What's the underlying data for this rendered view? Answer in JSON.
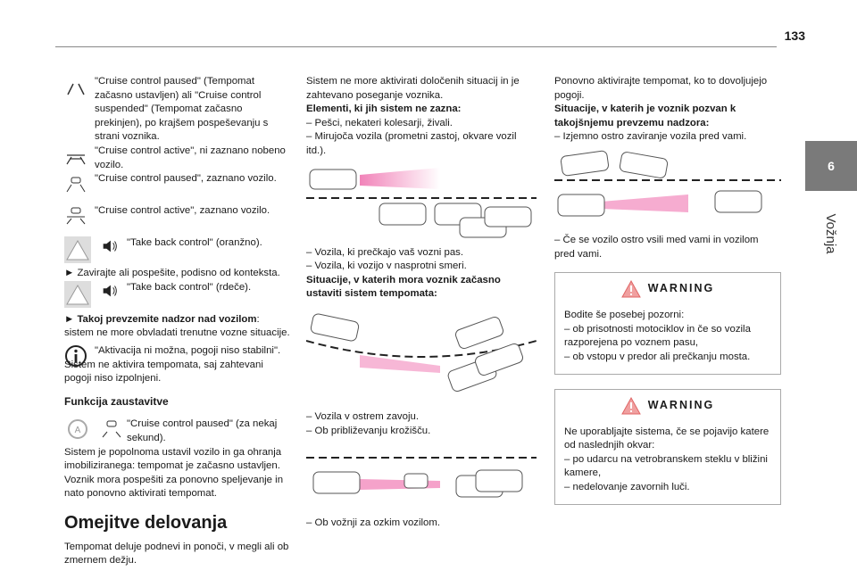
{
  "page_number": "133",
  "side_tab": {
    "number": "6",
    "title": "Vožnja"
  },
  "col1": {
    "p1": "\"Cruise control paused\" (Tempomat začasno ustavljen) ali \"Cruise control suspended\" (Tempomat začasno prekinjen), po krajšem pospeševanju s strani voznika.",
    "p2": "\"Cruise control active\", ni zaznano nobeno vozilo.",
    "p3": "\"Cruise control paused\", zaznano vozilo.",
    "p4": "\"Cruise control active\", zaznano vozilo.",
    "p5": "\"Take back control\" (oranžno).",
    "p6": "► Zavirajte ali pospešite, podisno od konteksta.",
    "p7": "\"Take back control\" (rdeče).",
    "p8_bold": "► Takoj prevzemite nadzor nad vozilom",
    "p8_rest": ": sistem ne more obvladati trenutne vozne situacije.",
    "p9": "\"Aktivacija ni možna, pogoji niso stabilni\". Sistem ne aktivira tempomata, saj zahtevani pogoji niso izpolnjeni.",
    "subheading": "Funkcija zaustavitve",
    "p10": "\"Cruise control paused\" (za nekaj sekund).",
    "p11": "Sistem je popolnoma ustavil vozilo in ga ohranja imobiliziranega: tempomat je začasno ustavljen. Voznik mora pospešiti za ponovno speljevanje in nato ponovno aktivirati tempomat.",
    "heading": "Omejitve delovanja",
    "p12": "Tempomat deluje podnevi in ponoči, v megli ali ob zmernem dežju."
  },
  "col2": {
    "p1": "Sistem ne more aktivirati določenih situacij in je zahtevano poseganje voznika.",
    "h1": "Elementi, ki jih sistem ne zazna:",
    "l1": "– Pešci, nekateri kolesarji, živali.",
    "l2": "– Mirujoča vozila (prometni zastoj, okvare vozil itd.).",
    "l3": "– Vozila, ki prečkajo vaš vozni pas.",
    "l4": "– Vozila, ki vozijo v nasprotni smeri.",
    "h2": "Situacije, v katerih mora voznik začasno ustaviti sistem tempomata:",
    "l5": "– Vozila v ostrem zavoju.",
    "l6": "– Ob približevanju krožišču.",
    "l7": "– Ob vožnji za ozkim vozilom."
  },
  "col3": {
    "p1": "Ponovno aktivirajte tempomat, ko to dovoljujejo pogoji.",
    "h1": "Situacije, v katerih je voznik pozvan k takojšnjemu prevzemu nadzora:",
    "l1": "– Izjemno ostro zaviranje vozila pred vami.",
    "l2": "– Če se vozilo ostro vsili med vami in vozilom pred vami.",
    "warn1": {
      "title": "WARNING",
      "intro": "Bodite še posebej pozorni:",
      "l1": "– ob prisotnosti motociklov in če so vozila razporejena po voznem pasu,",
      "l2": "– ob vstopu v predor ali prečkanju mosta."
    },
    "warn2": {
      "title": "WARNING",
      "intro": "Ne uporabljajte sistema, če se pojavijo katere od naslednjih okvar:",
      "l1": "– po udarcu na vetrobranskem steklu v bližini kamere,",
      "l2": "– nedelovanje zavornih luči."
    }
  },
  "colors": {
    "accent_pink": "#e8308a",
    "tab_gray": "#7a7a7a"
  }
}
